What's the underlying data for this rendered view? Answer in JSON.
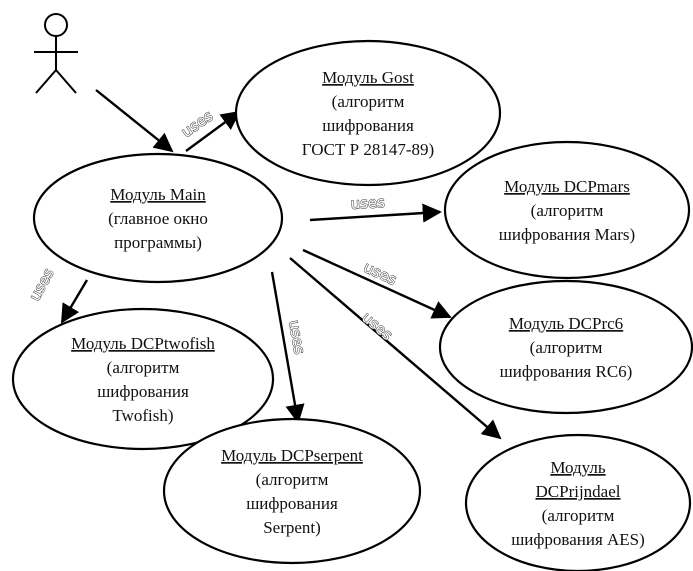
{
  "diagram": {
    "type": "use-case",
    "actor": {
      "icon": "stick-figure-actor-icon"
    },
    "nodes": [
      {
        "id": "main",
        "lines": [
          "Модуль Main",
          "(главное окно",
          "программы)"
        ]
      },
      {
        "id": "gost",
        "lines": [
          "Модуль Gost",
          "(алгоритм",
          "шифрования",
          "ГОСТ Р 28147-89)"
        ]
      },
      {
        "id": "mars",
        "lines": [
          "Модуль DCPmars",
          "(алгоритм",
          "шифрования Mars)"
        ]
      },
      {
        "id": "rc6",
        "lines": [
          "Модуль DCPrc6",
          "(алгоритм",
          "шифрования RC6)"
        ]
      },
      {
        "id": "twofish",
        "lines": [
          "Модуль DCPtwofish",
          "(алгоритм",
          "шифрования",
          "Twofish)"
        ]
      },
      {
        "id": "serpent",
        "lines": [
          "Модуль DCPserpent",
          "(алгоритм",
          "шифрования",
          "Serpent)"
        ]
      },
      {
        "id": "rijndael",
        "lines": [
          "Модуль",
          "DCPrijndael",
          "(алгоритм",
          "шифрования AES)"
        ]
      }
    ],
    "edges": [
      {
        "id": "actor-main",
        "from": "actor",
        "to": "main",
        "label": ""
      },
      {
        "id": "main-gost",
        "from": "main",
        "to": "gost",
        "label": "uses"
      },
      {
        "id": "main-mars",
        "from": "main",
        "to": "mars",
        "label": "uses"
      },
      {
        "id": "main-rc6",
        "from": "main",
        "to": "rc6",
        "label": "uses"
      },
      {
        "id": "main-rijndael",
        "from": "main",
        "to": "rijndael",
        "label": "uses"
      },
      {
        "id": "main-serpent",
        "from": "main",
        "to": "serpent",
        "label": "uses"
      },
      {
        "id": "main-twofish",
        "from": "main",
        "to": "twofish",
        "label": "uses"
      }
    ]
  }
}
